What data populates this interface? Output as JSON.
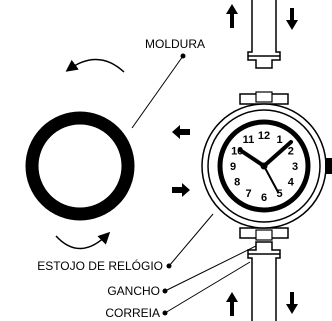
{
  "labels": {
    "moldura": "MOLDURA",
    "estojo": "ESTOJO DE RELÓGIO",
    "gancho": "GANCHO",
    "correia": "CORREIA"
  },
  "dial_numbers": [
    "12",
    "1",
    "2",
    "3",
    "4",
    "5",
    "6",
    "7",
    "8",
    "9",
    "10",
    "11"
  ],
  "colors": {
    "ink": "#000000",
    "paper": "#ffffff"
  }
}
